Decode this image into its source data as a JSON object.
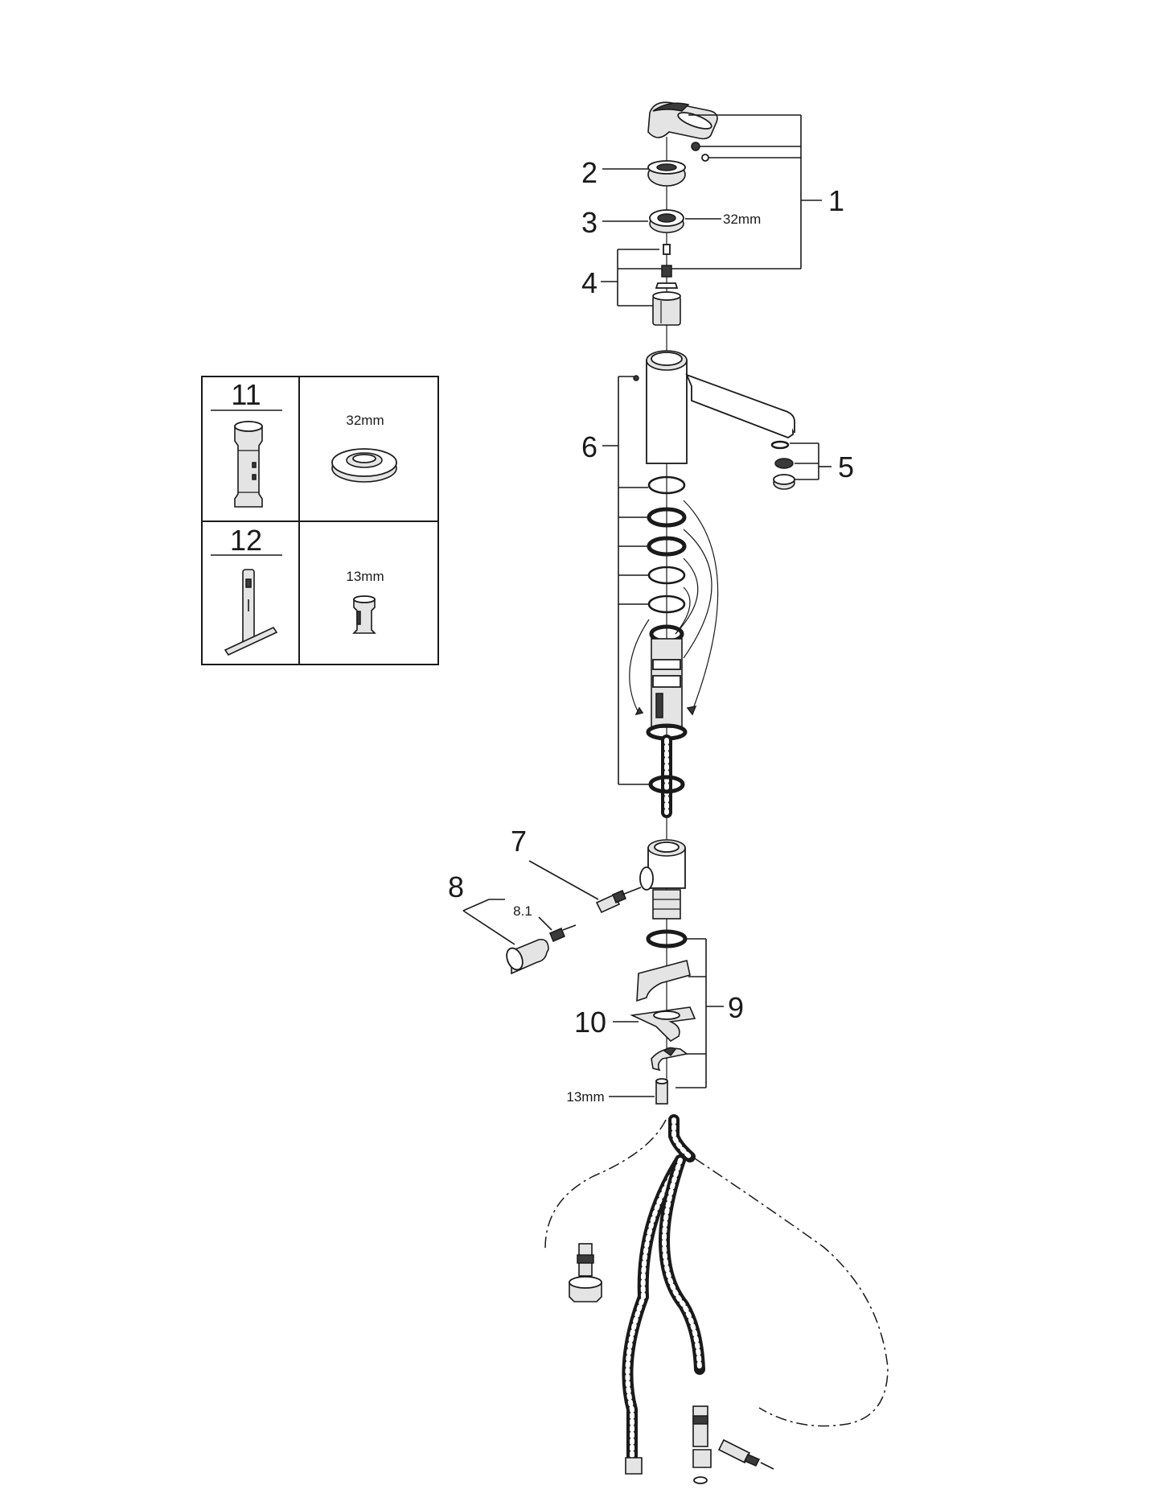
{
  "callouts": {
    "c1": "1",
    "c2": "2",
    "c3": "3",
    "c4": "4",
    "c5": "5",
    "c6": "6",
    "c7": "7",
    "c8": "8",
    "c8_1": "8.1",
    "c9": "9",
    "c10": "10"
  },
  "dimensions": {
    "nut_size": "32mm",
    "nut_size_bottom": "13mm"
  },
  "tools_table": {
    "tool_11": {
      "number": "11",
      "size": "32mm"
    },
    "tool_12": {
      "number": "12",
      "size": "13mm"
    }
  }
}
